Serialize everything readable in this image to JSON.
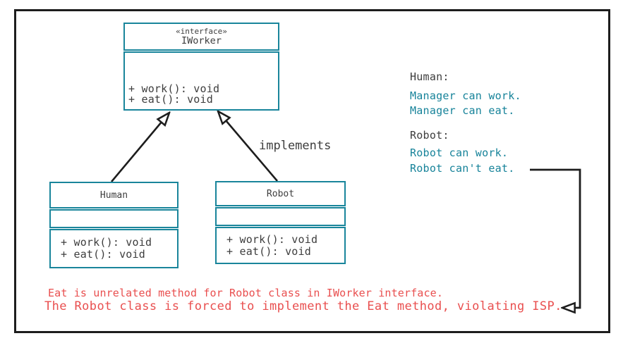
{
  "diagram": {
    "interface_box": {
      "stereotype": "«interface»",
      "name": "IWorker",
      "methods": [
        "+ work(): void",
        "+ eat(): void"
      ]
    },
    "human_box": {
      "name": "Human",
      "methods": [
        "+ work(): void",
        "+ eat(): void"
      ]
    },
    "robot_box": {
      "name": "Robot",
      "methods": [
        "+ work(): void",
        "+ eat(): void"
      ]
    },
    "edge_label": "implements"
  },
  "side_panel": {
    "human_heading": "Human:",
    "human_lines": [
      "Manager can work.",
      "Manager can eat."
    ],
    "robot_heading": "Robot:",
    "robot_lines": [
      "Robot can work.",
      "Robot can't eat."
    ]
  },
  "footnote": {
    "line1": "Eat is unrelated method for Robot class in IWorker interface.",
    "line2": "The Robot class is forced to implement the Eat method, violating ISP."
  },
  "colors": {
    "teal": "#19859B",
    "teal_text": "#17839A",
    "dark_text": "#3d3d3d",
    "red_text": "#E94F4F",
    "line_black": "#1d1d1d"
  },
  "icons": {
    "hollow_triangle_arrowhead": "UML generalization/realization arrowhead"
  }
}
